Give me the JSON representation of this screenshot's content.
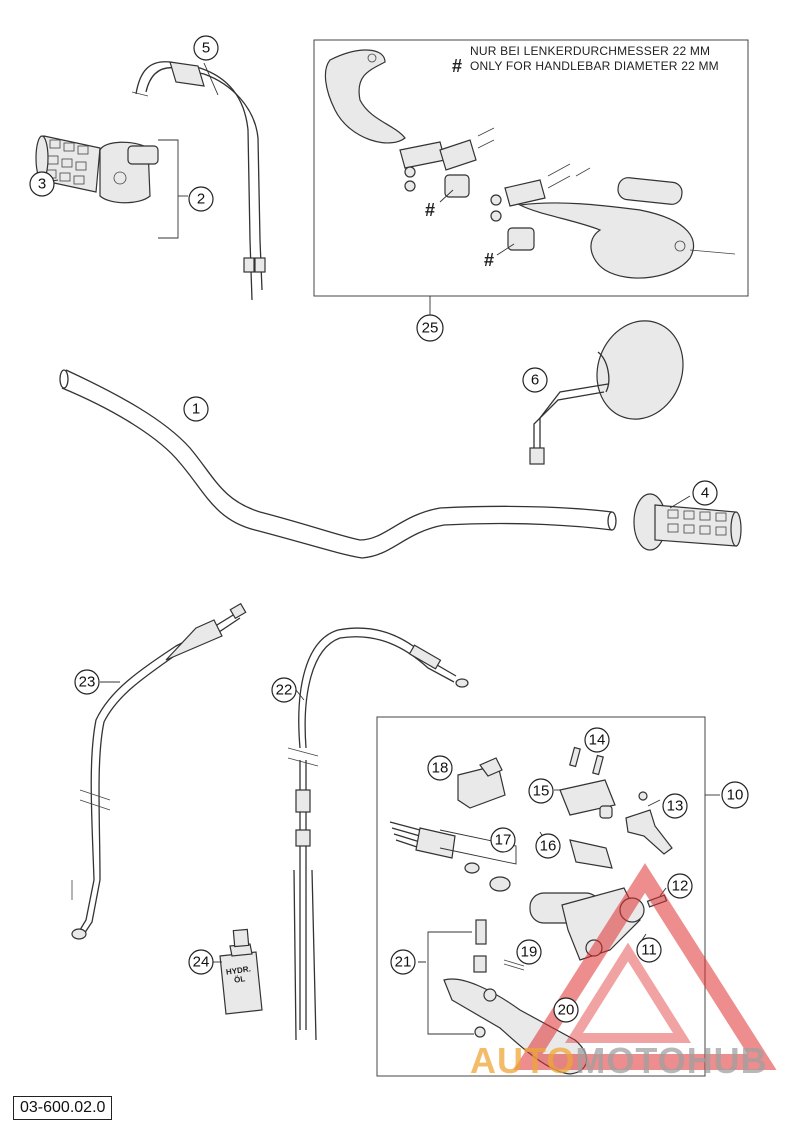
{
  "document_code": "03-600.02.0",
  "note": {
    "marker": "#",
    "line_de": "NUR BEI LENKERDURCHMESSER 22 MM",
    "line_en": "ONLY FOR HANDLEBAR DIAMETER 22 MM"
  },
  "reference_numbers": [
    "1",
    "2",
    "3",
    "4",
    "5",
    "6",
    "10",
    "11",
    "12",
    "13",
    "14",
    "15",
    "16",
    "17",
    "18",
    "19",
    "20",
    "21",
    "22",
    "23",
    "24",
    "25"
  ],
  "oil_label": "HYDR. ÖL",
  "logo": {
    "part1": "AUTO",
    "part2": "MOTO",
    "part3": "HUB"
  },
  "colors": {
    "logo_orange": "#eea537",
    "logo_grey": "#a0a0a0",
    "logo_red": "#e03030"
  }
}
